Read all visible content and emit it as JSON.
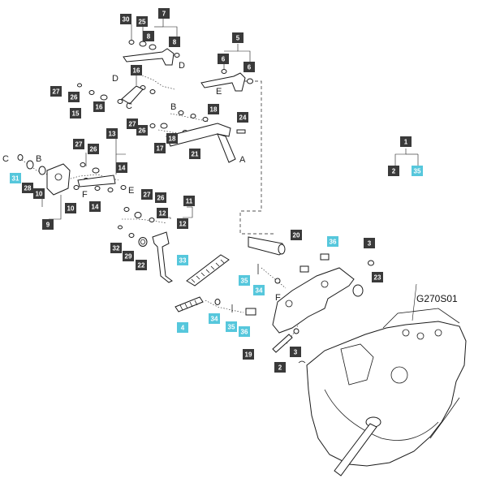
{
  "diagram": {
    "assembly_code": "G270S01",
    "colors": {
      "callout_dark": "#3a3a3a",
      "callout_highlight": "#56c7dc",
      "callout_text": "#ffffff",
      "line": "#1a1a1a"
    },
    "callouts": [
      {
        "id": "c30",
        "label": "30",
        "style": "dark"
      },
      {
        "id": "c25",
        "label": "25",
        "style": "dark"
      },
      {
        "id": "c7",
        "label": "7",
        "style": "dark"
      },
      {
        "id": "c8a",
        "label": "8",
        "style": "dark"
      },
      {
        "id": "c8b",
        "label": "8",
        "style": "dark"
      },
      {
        "id": "c5",
        "label": "5",
        "style": "dark"
      },
      {
        "id": "c6a",
        "label": "6",
        "style": "dark"
      },
      {
        "id": "c6b",
        "label": "6",
        "style": "dark"
      },
      {
        "id": "c16a",
        "label": "16",
        "style": "dark"
      },
      {
        "id": "c27a",
        "label": "27",
        "style": "dark"
      },
      {
        "id": "c26a",
        "label": "26",
        "style": "dark"
      },
      {
        "id": "c16b",
        "label": "16",
        "style": "dark"
      },
      {
        "id": "c15",
        "label": "15",
        "style": "dark"
      },
      {
        "id": "c18a",
        "label": "18",
        "style": "dark"
      },
      {
        "id": "c27b",
        "label": "27",
        "style": "dark"
      },
      {
        "id": "c26b",
        "label": "26",
        "style": "dark"
      },
      {
        "id": "c24",
        "label": "24",
        "style": "dark"
      },
      {
        "id": "c13",
        "label": "13",
        "style": "dark"
      },
      {
        "id": "c18b",
        "label": "18",
        "style": "dark"
      },
      {
        "id": "c17",
        "label": "17",
        "style": "dark"
      },
      {
        "id": "c21",
        "label": "21",
        "style": "dark"
      },
      {
        "id": "c27c",
        "label": "27",
        "style": "dark"
      },
      {
        "id": "c26c",
        "label": "26",
        "style": "dark"
      },
      {
        "id": "c14a",
        "label": "14",
        "style": "dark"
      },
      {
        "id": "c31",
        "label": "31",
        "style": "highlight"
      },
      {
        "id": "c28",
        "label": "28",
        "style": "dark"
      },
      {
        "id": "c10a",
        "label": "10",
        "style": "dark"
      },
      {
        "id": "c14b",
        "label": "14",
        "style": "dark"
      },
      {
        "id": "c10b",
        "label": "10",
        "style": "dark"
      },
      {
        "id": "c9",
        "label": "9",
        "style": "dark"
      },
      {
        "id": "c27d",
        "label": "27",
        "style": "dark"
      },
      {
        "id": "c26d",
        "label": "26",
        "style": "dark"
      },
      {
        "id": "c11",
        "label": "11",
        "style": "dark"
      },
      {
        "id": "c12a",
        "label": "12",
        "style": "dark"
      },
      {
        "id": "c12b",
        "label": "12",
        "style": "dark"
      },
      {
        "id": "c32",
        "label": "32",
        "style": "dark"
      },
      {
        "id": "c29",
        "label": "29",
        "style": "dark"
      },
      {
        "id": "c22",
        "label": "22",
        "style": "dark"
      },
      {
        "id": "c33",
        "label": "33",
        "style": "highlight"
      },
      {
        "id": "c4",
        "label": "4",
        "style": "highlight"
      },
      {
        "id": "c34a",
        "label": "34",
        "style": "highlight"
      },
      {
        "id": "c35a",
        "label": "35",
        "style": "highlight"
      },
      {
        "id": "c36a",
        "label": "36",
        "style": "highlight"
      },
      {
        "id": "c20",
        "label": "20",
        "style": "dark"
      },
      {
        "id": "c36b",
        "label": "36",
        "style": "highlight"
      },
      {
        "id": "c3a",
        "label": "3",
        "style": "dark"
      },
      {
        "id": "c35b",
        "label": "35",
        "style": "highlight"
      },
      {
        "id": "c34b",
        "label": "34",
        "style": "highlight"
      },
      {
        "id": "c23",
        "label": "23",
        "style": "dark"
      },
      {
        "id": "c19",
        "label": "19",
        "style": "dark"
      },
      {
        "id": "c3b",
        "label": "3",
        "style": "dark"
      },
      {
        "id": "c2a",
        "label": "2",
        "style": "dark"
      },
      {
        "id": "c1",
        "label": "1",
        "style": "dark"
      },
      {
        "id": "c2b",
        "label": "2",
        "style": "dark"
      },
      {
        "id": "c35c",
        "label": "35",
        "style": "highlight"
      }
    ],
    "reference_letters": [
      {
        "id": "lD1",
        "label": "D"
      },
      {
        "id": "lD2",
        "label": "D"
      },
      {
        "id": "lE1",
        "label": "E"
      },
      {
        "id": "lC1",
        "label": "C"
      },
      {
        "id": "lB1",
        "label": "B"
      },
      {
        "id": "lA1",
        "label": "A"
      },
      {
        "id": "lC2",
        "label": "C"
      },
      {
        "id": "lB2",
        "label": "B"
      },
      {
        "id": "lF1",
        "label": "F"
      },
      {
        "id": "lE2",
        "label": "E"
      },
      {
        "id": "lF2",
        "label": "F"
      }
    ]
  }
}
